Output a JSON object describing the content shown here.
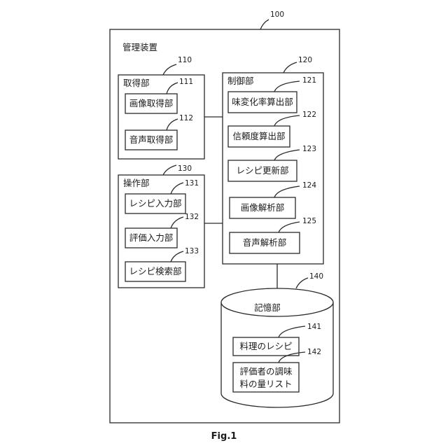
{
  "device": {
    "label": "管理装置",
    "ref": "100"
  },
  "acquisition": {
    "label": "取得部",
    "ref": "110",
    "items": [
      {
        "label": "画像取得部",
        "ref": "111"
      },
      {
        "label": "音声取得部",
        "ref": "112"
      }
    ]
  },
  "operation": {
    "label": "操作部",
    "ref": "130",
    "items": [
      {
        "label": "レシピ入力部",
        "ref": "131"
      },
      {
        "label": "評価入力部",
        "ref": "132"
      },
      {
        "label": "レシピ検索部",
        "ref": "133"
      }
    ]
  },
  "control": {
    "label": "制御部",
    "ref": "120",
    "items": [
      {
        "label": "味変化率算出部",
        "ref": "121"
      },
      {
        "label": "信頼度算出部",
        "ref": "122"
      },
      {
        "label": "レシピ更新部",
        "ref": "123"
      },
      {
        "label": "画像解析部",
        "ref": "124"
      },
      {
        "label": "音声解析部",
        "ref": "125"
      }
    ]
  },
  "storage": {
    "label": "記憶部",
    "ref": "140",
    "items": [
      {
        "label": "料理のレシピ",
        "ref": "141"
      },
      {
        "label_line1": "評価者の調味",
        "label_line2": "料の量リスト",
        "ref": "142"
      }
    ]
  },
  "figure_caption": "Fig.1"
}
